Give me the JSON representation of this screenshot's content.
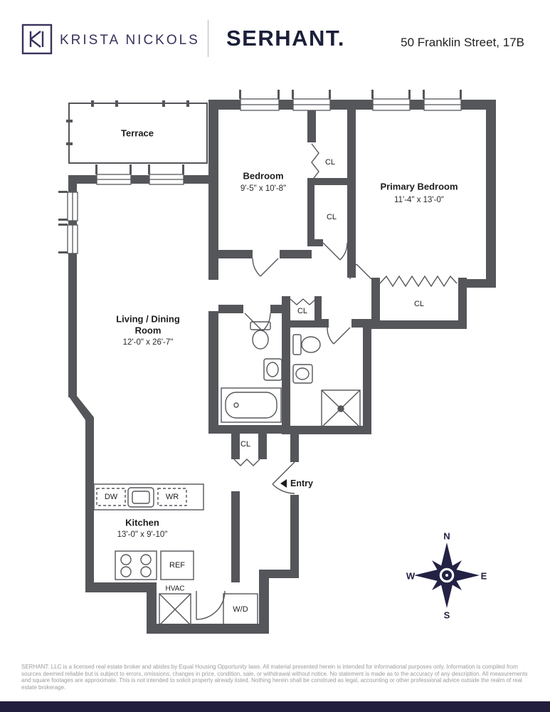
{
  "header": {
    "agent_name": "KRISTA NICKOLS",
    "brand": "SERHANT.",
    "address": "50 Franklin Street, 17B"
  },
  "floorplan": {
    "terrace": "Terrace",
    "bedroom": {
      "name": "Bedroom",
      "dims": "9'-5\" x 10'-8\""
    },
    "primary_bedroom": {
      "name": "Primary Bedroom",
      "dims": "11'-4\" x 13'-0\""
    },
    "living_dining": {
      "name_line1": "Living / Dining",
      "name_line2": "Room",
      "dims": "12'-0\" x 26'-7\""
    },
    "kitchen": {
      "name": "Kitchen",
      "dims": "13'-0\" x 9'-10\""
    },
    "closet_label": "CL",
    "appliances": {
      "dishwasher": "DW",
      "wine_refrigerator": "WR",
      "refrigerator": "REF",
      "hvac": "HVAC",
      "washer_dryer": "W/D"
    },
    "entry": "Entry",
    "compass": {
      "north": "N",
      "south": "S",
      "east": "E",
      "west": "W"
    }
  },
  "footer": {
    "disclaimer": "SERHANT. LLC is a licensed real estate broker and abides by Equal Housing Opportunity laws. All material presented herein is intended for informational purposes only. Information is compiled from sources deemed reliable but is subject to errors, omissions, changes in price, condition, sale, or withdrawal without notice. No statement is made as to the accuracy of any description. All measurements and square footages are approximate. This is not intended to solicit property already listed. Nothing herein shall be construed as legal, accounting or other professional advice outside the realm of real estate brokerage."
  },
  "colors": {
    "wall_gray": "#55565a",
    "brand_navy": "#1b1f3a",
    "agent_purple": "#38325c",
    "footer_bar": "#211d3d"
  }
}
